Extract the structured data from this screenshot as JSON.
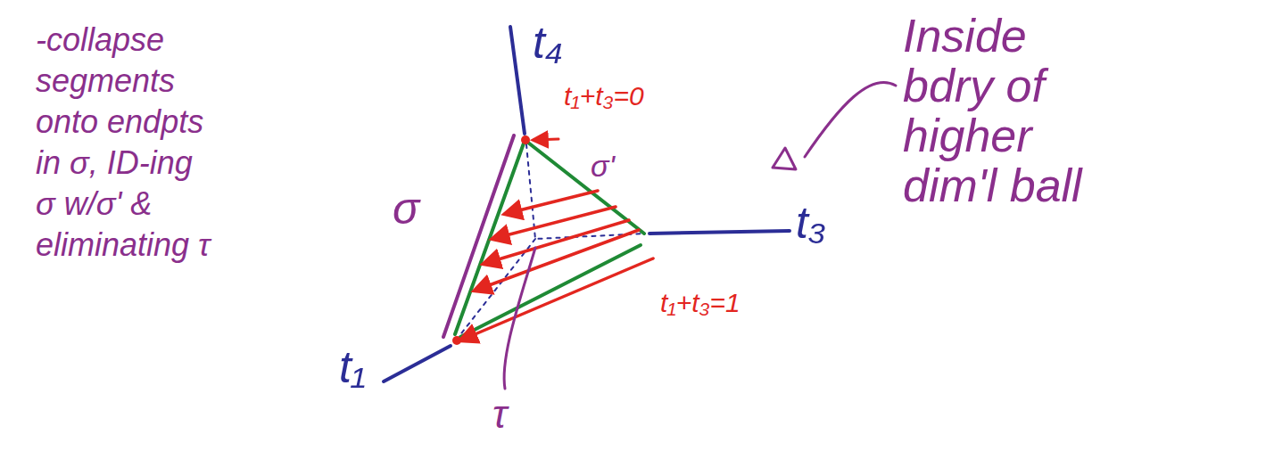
{
  "diagram": {
    "labels": [
      "-collapse segments onto endpts in σ, ID-ing σ w/σ' & eliminating τ",
      "t₄",
      "t₁+t₃=0",
      "σ'",
      "σ",
      "t₃",
      "t₁+t₃=1",
      "τ",
      "t₁",
      "Inside bdry of higher dim'l ball"
    ]
  }
}
